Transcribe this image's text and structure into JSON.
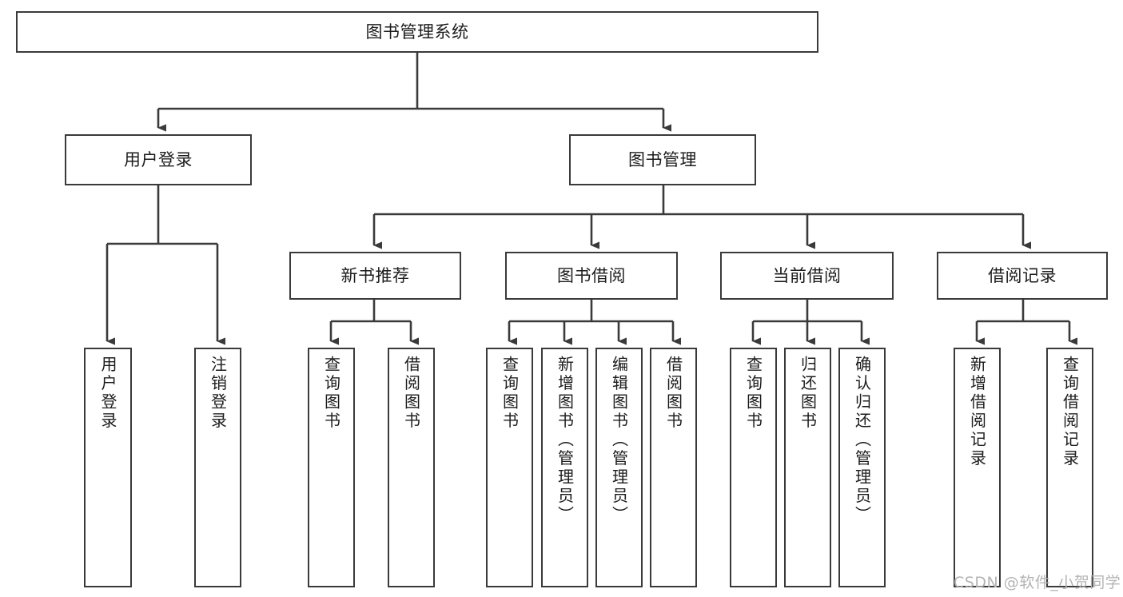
{
  "diagram": {
    "type": "tree-hierarchy-diagram",
    "title": "图书管理系统",
    "watermark": "CSDN @软件_小贺同学",
    "nodes": {
      "root": {
        "label": "图书管理系统"
      },
      "level2": [
        {
          "id": "user-login",
          "label": "用户登录"
        },
        {
          "id": "book-management",
          "label": "图书管理"
        }
      ],
      "level3": [
        {
          "id": "new-book-recommend",
          "label": "新书推荐"
        },
        {
          "id": "book-borrow",
          "label": "图书借阅"
        },
        {
          "id": "current-borrow",
          "label": "当前借阅"
        },
        {
          "id": "borrow-record",
          "label": "借阅记录"
        }
      ],
      "leaves": {
        "user_login": [
          {
            "id": "leaf-user-login",
            "label": "用户登录"
          },
          {
            "id": "leaf-logout-login",
            "label": "注销登录"
          }
        ],
        "new_book_recommend": [
          {
            "id": "leaf-query-book-1",
            "label": "查询图书"
          },
          {
            "id": "leaf-borrow-book-1",
            "label": "借阅图书"
          }
        ],
        "book_borrow": [
          {
            "id": "leaf-query-book-2",
            "label": "查询图书"
          },
          {
            "id": "leaf-add-book",
            "label": "新增图书（管理员）"
          },
          {
            "id": "leaf-edit-book",
            "label": "编辑图书（管理员）"
          },
          {
            "id": "leaf-borrow-book-2",
            "label": "借阅图书"
          }
        ],
        "current_borrow": [
          {
            "id": "leaf-query-book-3",
            "label": "查询图书"
          },
          {
            "id": "leaf-return-book",
            "label": "归还图书"
          },
          {
            "id": "leaf-confirm-return",
            "label": "确认归还（管理员）"
          }
        ],
        "borrow_record": [
          {
            "id": "leaf-add-record",
            "label": "新增借阅记录"
          },
          {
            "id": "leaf-query-record",
            "label": "查询借阅记录"
          }
        ]
      }
    },
    "colors": {
      "background": "#ffffff",
      "border": "#3a3a3a",
      "text": "#1c1c1c",
      "connector": "#3a3a3a",
      "watermark": "#b4b4b4"
    }
  }
}
